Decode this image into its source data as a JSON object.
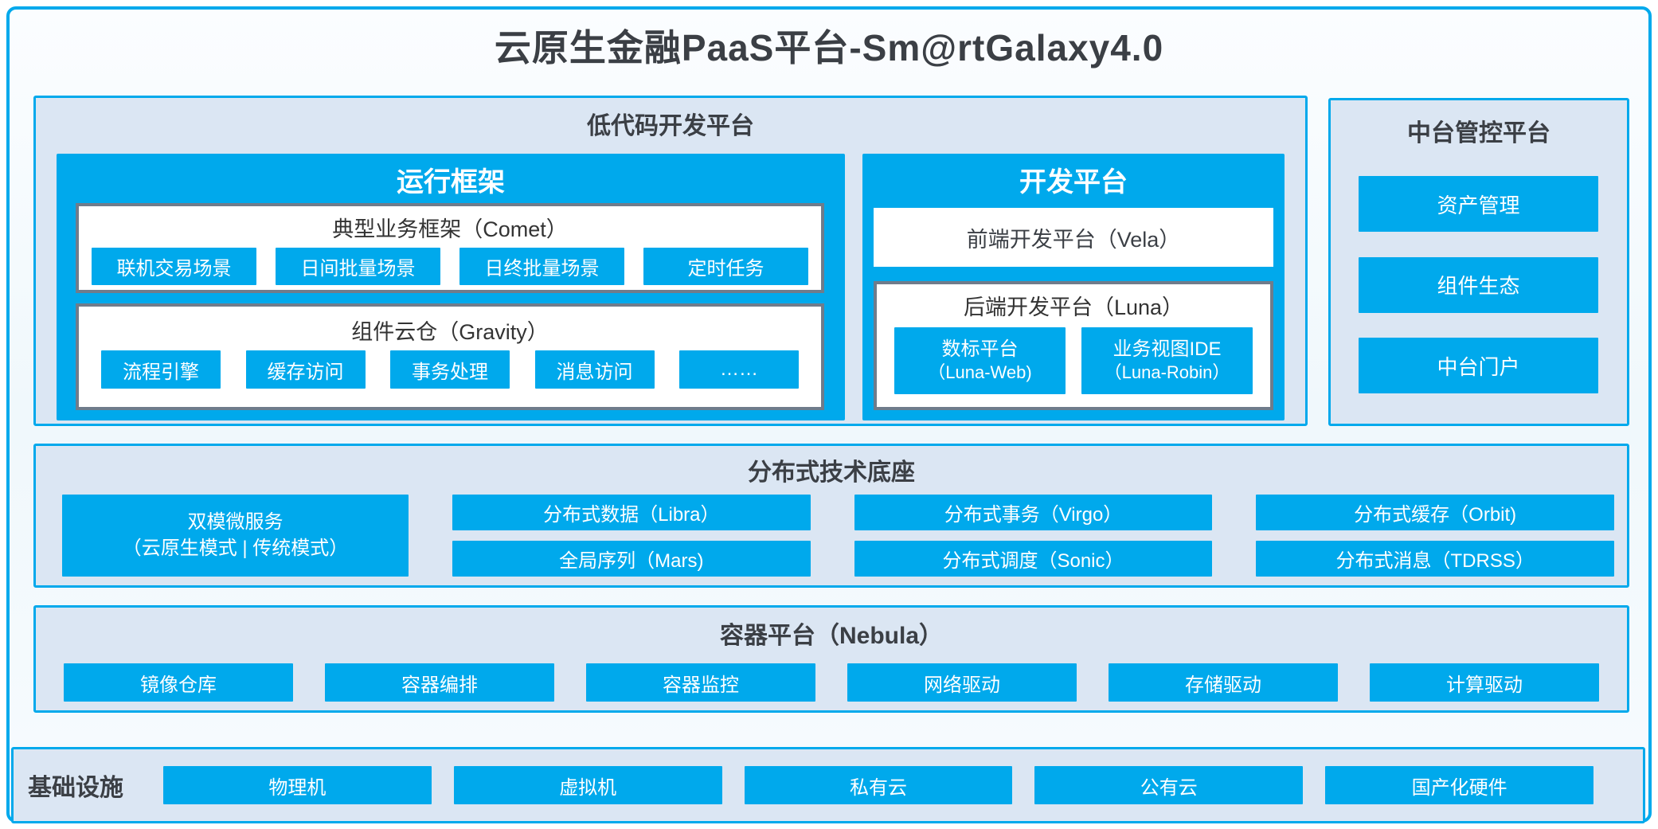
{
  "title": "云原生金融PaaS平台-Sm@rtGalaxy4.0",
  "colors": {
    "accent_blue": "#00a9ec",
    "panel_background": "#dbe6f3",
    "gray_border": "#6f7c8b",
    "dark_text": "#3b3f45"
  },
  "low_code": {
    "title": "低代码开发平台",
    "runtime": {
      "title": "运行框架",
      "comet": {
        "title": "典型业务框架（Comet）",
        "chips": [
          "联机交易场景",
          "日间批量场景",
          "日终批量场景",
          "定时任务"
        ]
      },
      "gravity": {
        "title": "组件云仓（Gravity）",
        "chips": [
          "流程引擎",
          "缓存访问",
          "事务处理",
          "消息访问",
          "……"
        ]
      }
    },
    "dev": {
      "title": "开发平台",
      "vela": "前端开发平台（Vela）",
      "luna": {
        "title": "后端开发平台（Luna）",
        "chips": [
          {
            "line1": "数标平台",
            "line2": "（Luna-Web)"
          },
          {
            "line1": "业务视图IDE",
            "line2": "（Luna-Robin）"
          }
        ]
      }
    }
  },
  "mid_platform": {
    "title": "中台管控平台",
    "items": [
      "资产管理",
      "组件生态",
      "中台门户"
    ]
  },
  "distributed": {
    "title": "分布式技术底座",
    "dual_mode": {
      "line1": "双模微服务",
      "line2": "（云原生模式 | 传统模式）"
    },
    "columns": [
      [
        "分布式数据（Libra）",
        "全局序列（Mars)"
      ],
      [
        "分布式事务（Virgo）",
        "分布式调度（Sonic）"
      ],
      [
        "分布式缓存（Orbit)",
        "分布式消息（TDRSS）"
      ]
    ]
  },
  "container_platform": {
    "title": "容器平台（Nebula）",
    "chips": [
      "镜像仓库",
      "容器编排",
      "容器监控",
      "网络驱动",
      "存储驱动",
      "计算驱动"
    ]
  },
  "infrastructure": {
    "title": "基础设施",
    "chips": [
      "物理机",
      "虚拟机",
      "私有云",
      "公有云",
      "国产化硬件"
    ]
  }
}
